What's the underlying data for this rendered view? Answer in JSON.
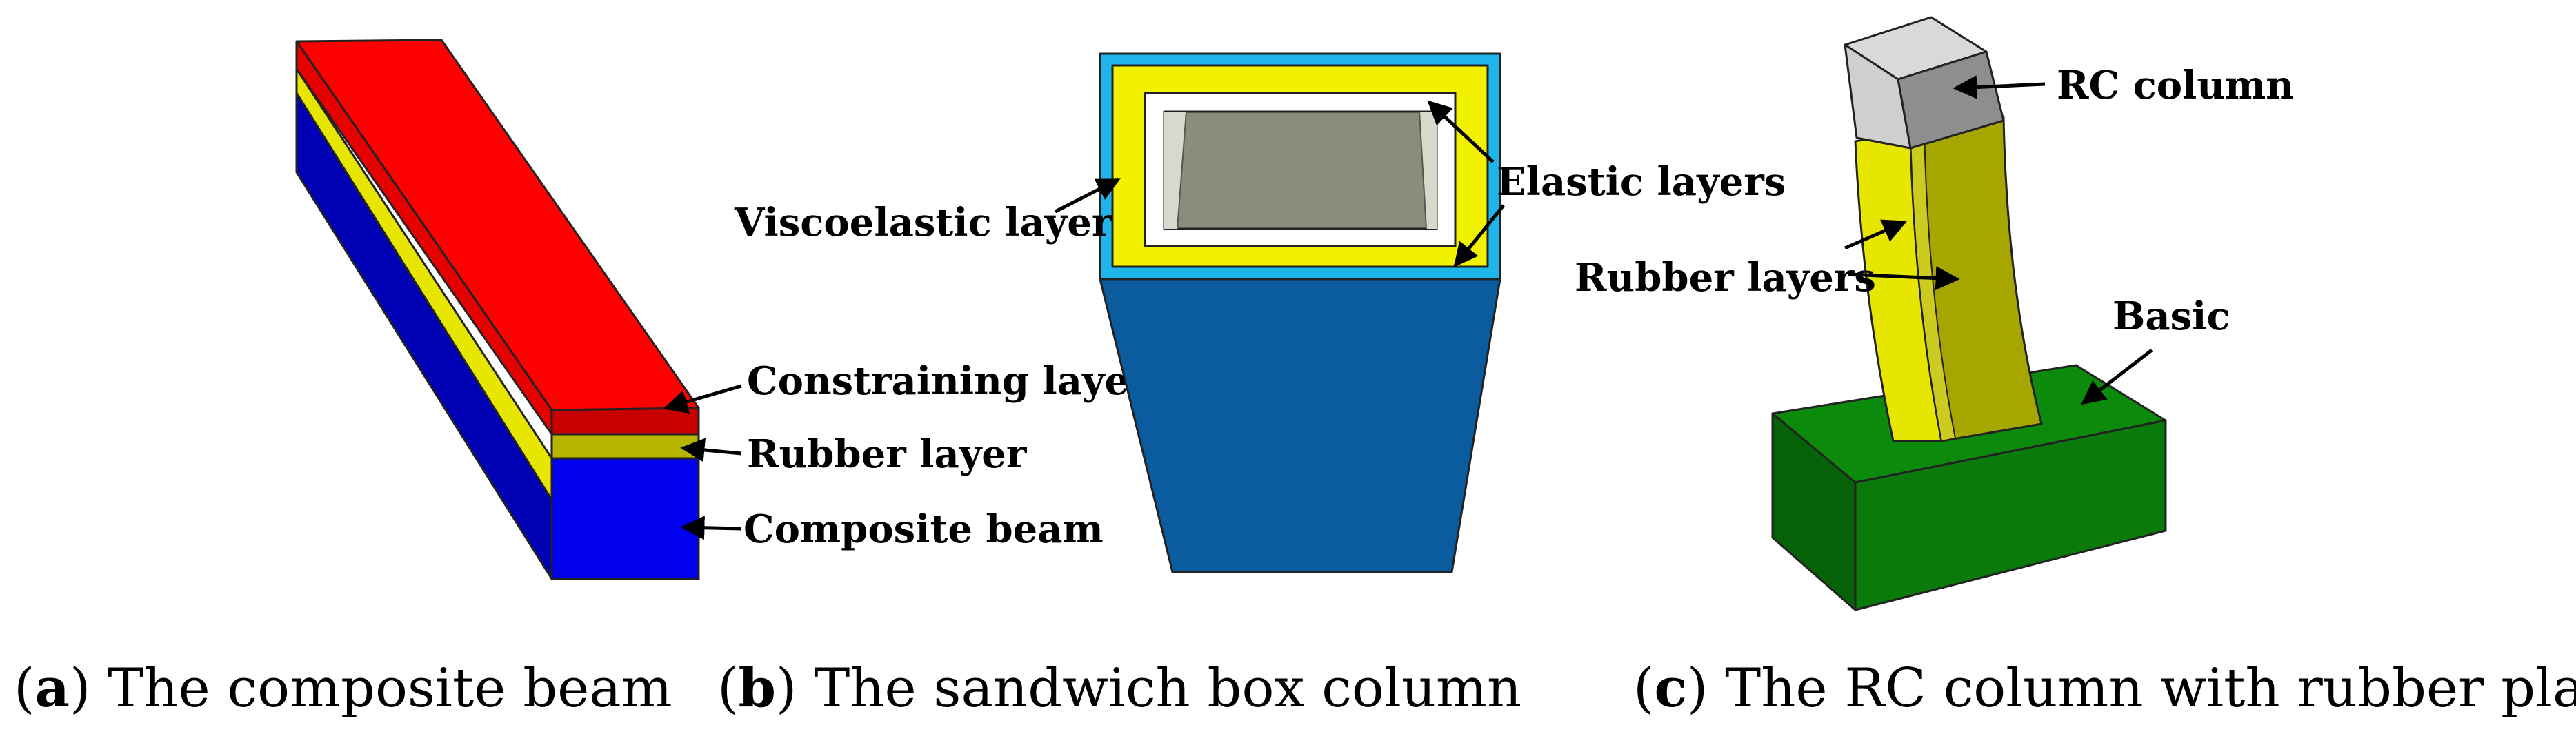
{
  "colors": {
    "constraining_red": "#ff0000",
    "rubber_yellow": "#e6e600",
    "composite_blue": "#0000ee",
    "box_blue": "#0a5c9e",
    "cyan_edge": "#1fb4ea",
    "rc_gray": "#bdbdbd",
    "rubber_olive": "#a6a600",
    "basic_green": "#0a7a0a"
  },
  "panel_a": {
    "labels": {
      "constraining": "Constraining layer",
      "rubber": "Rubber layer",
      "composite": "Composite beam"
    },
    "caption": {
      "letter": "a",
      "text": " The composite beam"
    }
  },
  "panel_b": {
    "labels": {
      "viscoelastic": "Viscoelastic layer",
      "elastic": "Elastic layers"
    },
    "caption": {
      "letter": "b",
      "text": " The sandwich box column"
    }
  },
  "panel_c": {
    "labels": {
      "rc": "RC column",
      "rubber": "Rubber layers",
      "basic": "Basic"
    },
    "caption": {
      "letter": "c",
      "text": " The RC column with rubber plate"
    }
  },
  "caption_paren_open": "(",
  "caption_paren_close": ")"
}
